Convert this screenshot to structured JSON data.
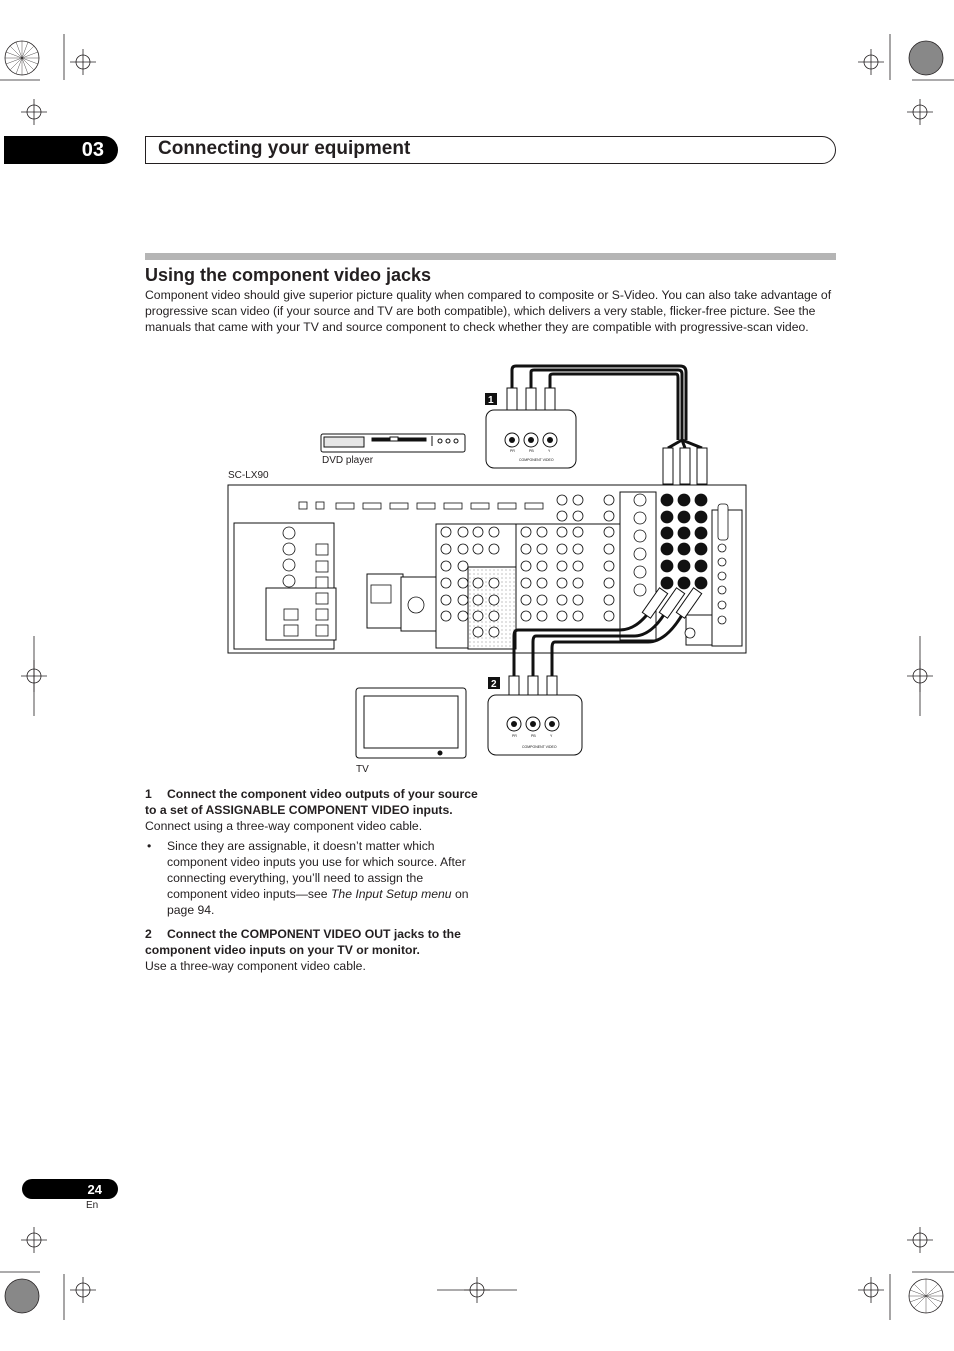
{
  "header": {
    "chapter_number": "03",
    "chapter_title": "Connecting your equipment"
  },
  "section": {
    "title": "Using the component video jacks",
    "intro": "Component video should give superior picture quality when compared to composite or S-Video. You can also take advantage of progressive scan video (if your source and TV are both compatible), which delivers a very stable, flicker-free picture. See the manuals that came with your TV and source component to check whether they are compatible with progressive-scan video."
  },
  "diagram": {
    "dvd_label": "DVD player",
    "receiver_label": "SC-LX90",
    "tv_label": "TV",
    "callout_1": "1",
    "callout_2": "2",
    "jack_panel_label": "COMPONENT VIDEO",
    "jack_labels": [
      "PR",
      "PB",
      "Y"
    ]
  },
  "steps": {
    "step1_number": "1",
    "step1_heading": "Connect the component video outputs of your source to a set of ASSIGNABLE COMPONENT VIDEO inputs.",
    "step1_text": "Connect using a three-way component video cable.",
    "bullet_symbol": "•",
    "bullet_text": "Since they are assignable, it doesn’t matter which component video inputs you use for which source. After connecting everything, you’ll need to assign the component video inputs—see ",
    "bullet_ref": "The Input Setup menu",
    "bullet_suffix": " on page 94.",
    "step2_number": "2",
    "step2_heading": "Connect the COMPONENT VIDEO OUT jacks to the component video inputs on your TV or monitor.",
    "step2_text": "Use a three-way component video cable."
  },
  "footer": {
    "page_number": "24",
    "language": "En"
  }
}
